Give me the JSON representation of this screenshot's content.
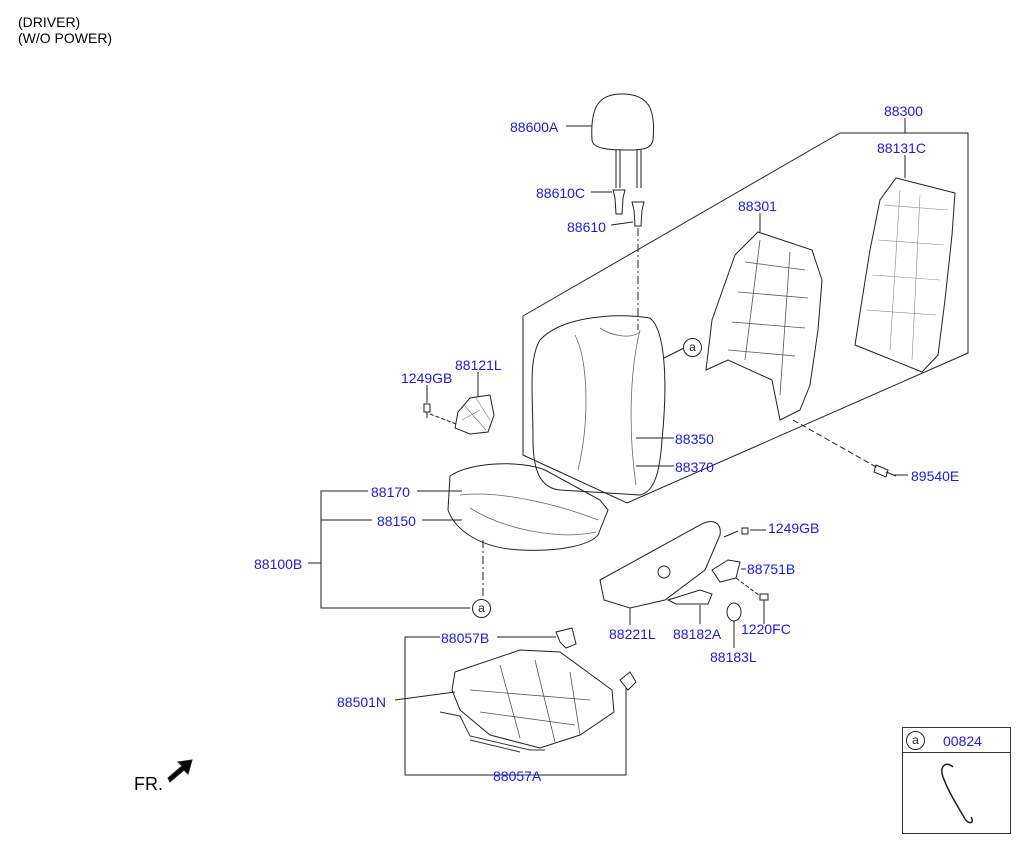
{
  "header": {
    "line1": "(DRIVER)",
    "line2": "(W/O POWER)"
  },
  "labels": {
    "p88300": "88300",
    "p88131C": "88131C",
    "p88301": "88301",
    "p88600A": "88600A",
    "p88610C": "88610C",
    "p88610": "88610",
    "p1249GB_left": "1249GB",
    "p88121L": "88121L",
    "p88350": "88350",
    "p88370": "88370",
    "p89540E": "89540E",
    "p88170": "88170",
    "p88150": "88150",
    "p88100B": "88100B",
    "p1249GB_right": "1249GB",
    "p88751B": "88751B",
    "p88221L": "88221L",
    "p88182A": "88182A",
    "p1220FC": "1220FC",
    "p88183L": "88183L",
    "p88057B": "88057B",
    "p88501N": "88501N",
    "p88057A": "88057A"
  },
  "callout_a": "a",
  "fr_label": "FR.",
  "legend": {
    "marker": "a",
    "part": "00824"
  },
  "colors": {
    "label": "#1a1ae6",
    "line": "#222222"
  }
}
